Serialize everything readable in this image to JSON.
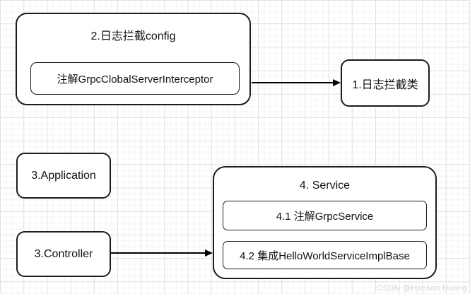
{
  "diagram": {
    "nodes": {
      "config_group_title": "2.日志拦截config",
      "interceptor_annotation": "注解GrpcClobalServerInterceptor",
      "interceptor_class": "1.日志拦截类",
      "application": "3.Application",
      "controller": "3.Controller",
      "service_group_title": "4. Service",
      "service_annotation": "4.1 注解GrpcService",
      "service_impl": "4.2 集成HelloWorldServiceImplBase"
    },
    "edges": [
      {
        "from": "config-group",
        "to": "interceptor-class",
        "style": "arrow-right"
      },
      {
        "from": "controller",
        "to": "service-group",
        "style": "arrow-right"
      }
    ],
    "watermark": "CSDN @Hanson Huang",
    "colors": {
      "node_border": "#1c1c1c",
      "node_fill": "#ffffff",
      "arrow": "#000000",
      "text": "#111111",
      "grid_major": "#e2e2e2",
      "grid_minor": "#f4f4f4",
      "watermark_text": "#d6d6d6",
      "background": "#ffffff"
    }
  }
}
